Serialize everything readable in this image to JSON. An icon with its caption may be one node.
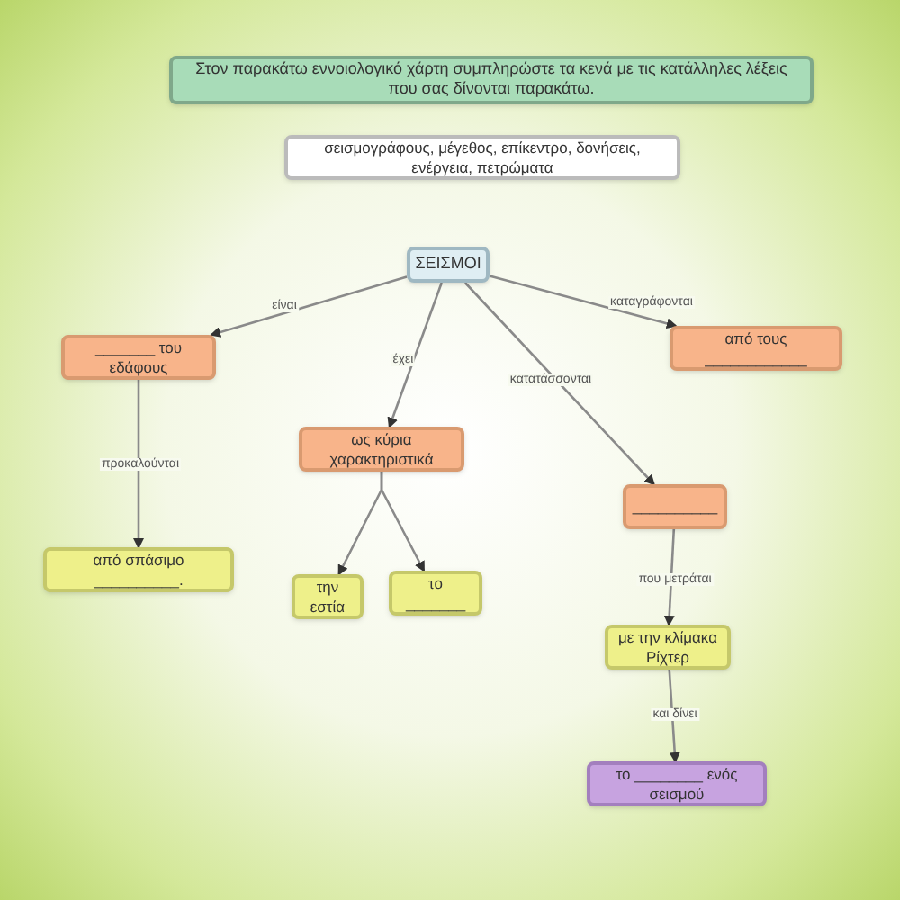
{
  "diagram": {
    "nodes": [
      {
        "text": [
          "Στον παρακάτω εννοιολογικό χάρτη συμπληρώστε τα κενά με τις κατάλληλες λέξεις που σας δίνονται παρακάτω."
        ]
      },
      {
        "text": [
          "σεισμογράφους, μέγεθος, επίκεντρο, δονήσεις, ενέργεια, πετρώματα"
        ]
      },
      {
        "text": [
          "ΣΕΙΣΜΟΙ"
        ]
      },
      {
        "text": [
          "_______ του εδάφους"
        ]
      },
      {
        "text": [
          "ως κύρια χαρακτηριστικά"
        ]
      },
      {
        "text": [
          "από τους ____________"
        ]
      },
      {
        "text": [
          "__________"
        ]
      },
      {
        "text": [
          "από σπάσιμο __________."
        ]
      },
      {
        "text": [
          "την εστία"
        ]
      },
      {
        "text": [
          "το _______"
        ]
      },
      {
        "text": [
          "με την κλίμακα Ρίχτερ"
        ]
      },
      {
        "text": [
          "το ________ ενός σεισμού"
        ]
      }
    ],
    "edges": [
      {
        "from": 2,
        "to": 3,
        "arrow": "to",
        "label": "είναι"
      },
      {
        "from": 2,
        "to": 4,
        "arrow": "to",
        "label": "έχει"
      },
      {
        "from": 2,
        "to": 5,
        "arrow": "to",
        "label": "καταγράφονται"
      },
      {
        "from": 2,
        "to": 6,
        "arrow": "to",
        "label": "κατατάσσονται"
      },
      {
        "from": 3,
        "to": 7,
        "arrow": "to",
        "label": "προκαλούνται"
      },
      {
        "from": 4,
        "to": 8,
        "arrow": "to"
      },
      {
        "from": 4,
        "to": 9,
        "arrow": "to"
      },
      {
        "from": 6,
        "to": 10,
        "arrow": "to",
        "label": "που μετράται"
      },
      {
        "from": 10,
        "to": 11,
        "arrow": "to",
        "label": "και δίνει"
      }
    ]
  }
}
